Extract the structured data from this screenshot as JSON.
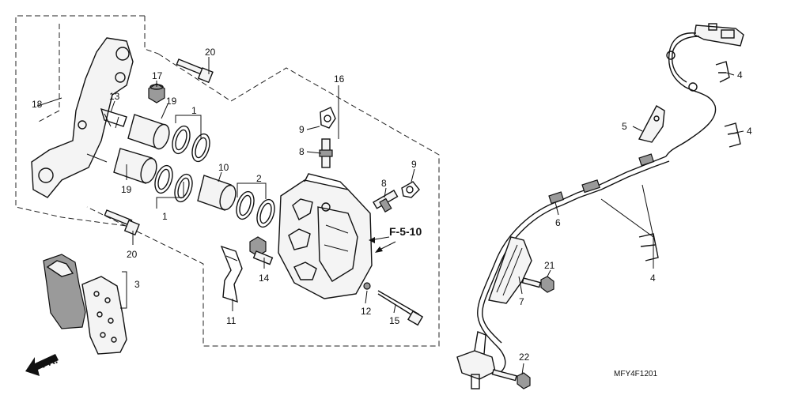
{
  "diagram": {
    "callouts": [
      "1",
      "1",
      "2",
      "3",
      "4",
      "4",
      "4",
      "5",
      "6",
      "7",
      "8",
      "8",
      "9",
      "9",
      "10",
      "11",
      "12",
      "13",
      "14",
      "15",
      "16",
      "17",
      "18",
      "19",
      "19",
      "20",
      "20",
      "21",
      "22"
    ],
    "reference": "F-5-10",
    "direction_label": "FR.",
    "figure_code": "MFY4F1201"
  }
}
